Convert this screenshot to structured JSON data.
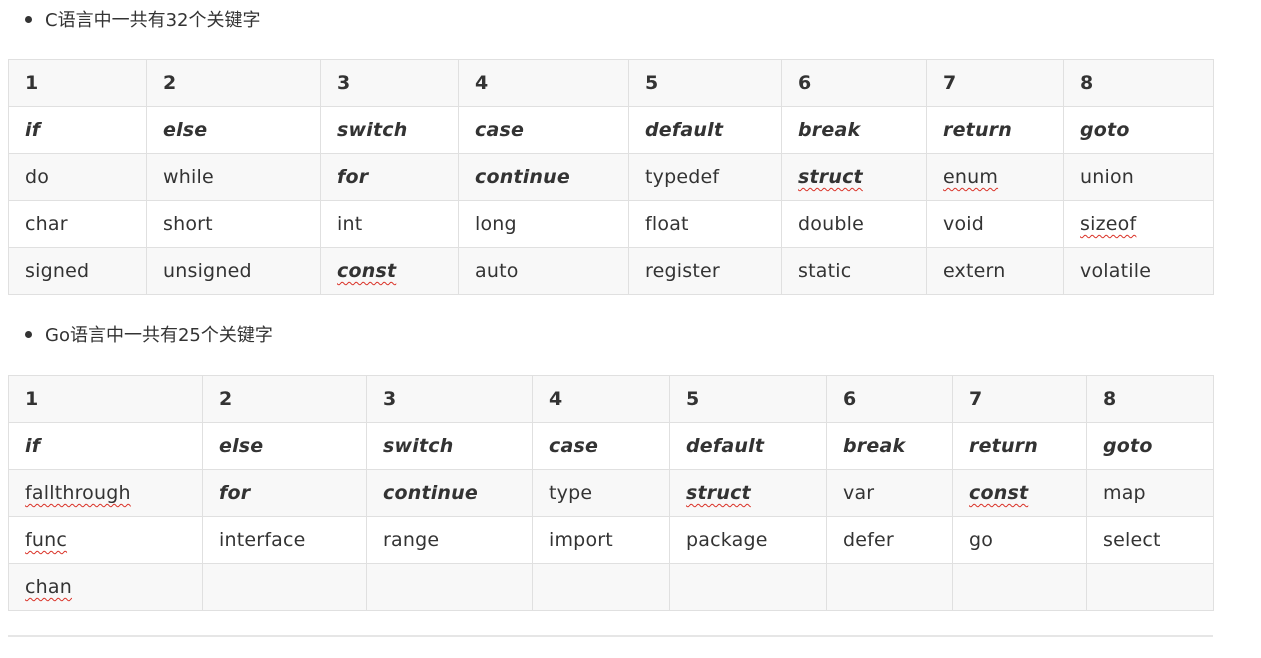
{
  "section_c": {
    "bullet": "C语言中一共有32个关键字",
    "rows": [
      {
        "row_class": "head",
        "cells": [
          {
            "text": "1"
          },
          {
            "text": "2"
          },
          {
            "text": "3"
          },
          {
            "text": "4"
          },
          {
            "text": "5"
          },
          {
            "text": "6"
          },
          {
            "text": "7"
          },
          {
            "text": "8"
          }
        ]
      },
      {
        "cells": [
          {
            "text": "if",
            "bold_italic": true
          },
          {
            "text": "else",
            "bold_italic": true
          },
          {
            "text": "switch",
            "bold_italic": true
          },
          {
            "text": "case",
            "bold_italic": true
          },
          {
            "text": "default",
            "bold_italic": true
          },
          {
            "text": "break",
            "bold_italic": true
          },
          {
            "text": "return",
            "bold_italic": true
          },
          {
            "text": "goto",
            "bold_italic": true
          }
        ]
      },
      {
        "cells": [
          {
            "text": "do"
          },
          {
            "text": "while"
          },
          {
            "text": "for",
            "bold_italic": true
          },
          {
            "text": "continue",
            "bold_italic": true
          },
          {
            "text": "typedef"
          },
          {
            "text": "struct",
            "bold_italic": true,
            "spellcheck": true
          },
          {
            "text": "enum",
            "spellcheck": true
          },
          {
            "text": "union"
          }
        ]
      },
      {
        "cells": [
          {
            "text": "char"
          },
          {
            "text": "short"
          },
          {
            "text": "int"
          },
          {
            "text": "long"
          },
          {
            "text": "float"
          },
          {
            "text": "double"
          },
          {
            "text": "void"
          },
          {
            "text": "sizeof",
            "spellcheck": true
          }
        ]
      },
      {
        "cells": [
          {
            "text": "signed"
          },
          {
            "text": "unsigned"
          },
          {
            "text": "const",
            "bold_italic": true,
            "spellcheck": true
          },
          {
            "text": "auto"
          },
          {
            "text": "register"
          },
          {
            "text": "static"
          },
          {
            "text": "extern"
          },
          {
            "text": "volatile"
          }
        ]
      }
    ]
  },
  "section_go": {
    "bullet": "Go语言中一共有25个关键字",
    "rows": [
      {
        "row_class": "head",
        "cells": [
          {
            "text": "1"
          },
          {
            "text": "2"
          },
          {
            "text": "3"
          },
          {
            "text": "4"
          },
          {
            "text": "5"
          },
          {
            "text": "6"
          },
          {
            "text": "7"
          },
          {
            "text": "8"
          }
        ]
      },
      {
        "cells": [
          {
            "text": "if",
            "bold_italic": true
          },
          {
            "text": "else",
            "bold_italic": true
          },
          {
            "text": "switch",
            "bold_italic": true
          },
          {
            "text": "case",
            "bold_italic": true
          },
          {
            "text": "default",
            "bold_italic": true
          },
          {
            "text": "break",
            "bold_italic": true
          },
          {
            "text": "return",
            "bold_italic": true
          },
          {
            "text": "goto",
            "bold_italic": true
          }
        ]
      },
      {
        "cells": [
          {
            "text": "fallthrough",
            "spellcheck": true
          },
          {
            "text": "for",
            "bold_italic": true
          },
          {
            "text": "continue",
            "bold_italic": true
          },
          {
            "text": "type"
          },
          {
            "text": "struct",
            "bold_italic": true,
            "spellcheck": true
          },
          {
            "text": "var"
          },
          {
            "text": "const",
            "bold_italic": true,
            "spellcheck": true
          },
          {
            "text": "map"
          }
        ]
      },
      {
        "cells": [
          {
            "text": "func",
            "spellcheck": true
          },
          {
            "text": "interface"
          },
          {
            "text": "range"
          },
          {
            "text": "import"
          },
          {
            "text": "package"
          },
          {
            "text": "defer"
          },
          {
            "text": "go"
          },
          {
            "text": "select"
          }
        ]
      },
      {
        "cells": [
          {
            "text": "chan",
            "spellcheck": true
          },
          {
            "text": ""
          },
          {
            "text": ""
          },
          {
            "text": ""
          },
          {
            "text": ""
          },
          {
            "text": ""
          },
          {
            "text": ""
          },
          {
            "text": ""
          }
        ]
      }
    ]
  }
}
